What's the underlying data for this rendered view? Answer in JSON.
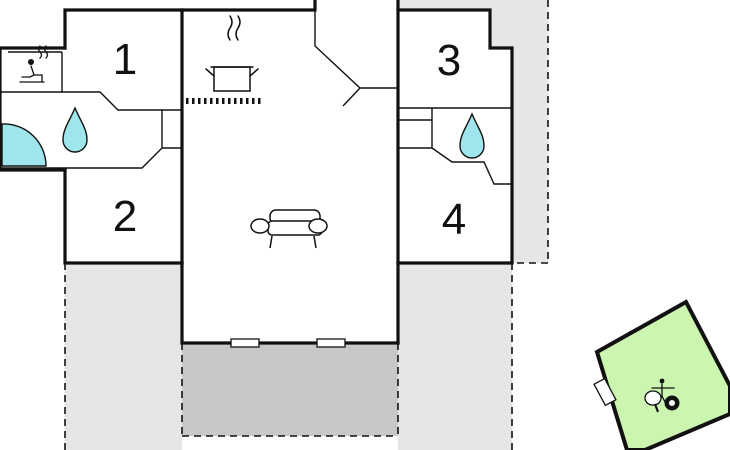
{
  "rooms": [
    {
      "id": "bedroom-1",
      "label": "1"
    },
    {
      "id": "bedroom-2",
      "label": "2"
    },
    {
      "id": "bedroom-3",
      "label": "3"
    },
    {
      "id": "bedroom-4",
      "label": "4"
    }
  ],
  "icons": {
    "sauna": "sauna-icon",
    "shower_left": "water-drop-icon",
    "shower_right": "water-drop-icon",
    "kitchen": "cooking-pot-icon",
    "living": "sofa-icon",
    "annex_table_tennis": "table-tennis-icon",
    "annex_billiard": "billiard-ball-icon",
    "annex_football": "table-football-icon"
  },
  "colors": {
    "wall": "#111111",
    "terrace": "#e6e6e6",
    "covered_terrace": "#c8c8c8",
    "annex": "#ccf5b0",
    "water": "#9fe6ec"
  }
}
